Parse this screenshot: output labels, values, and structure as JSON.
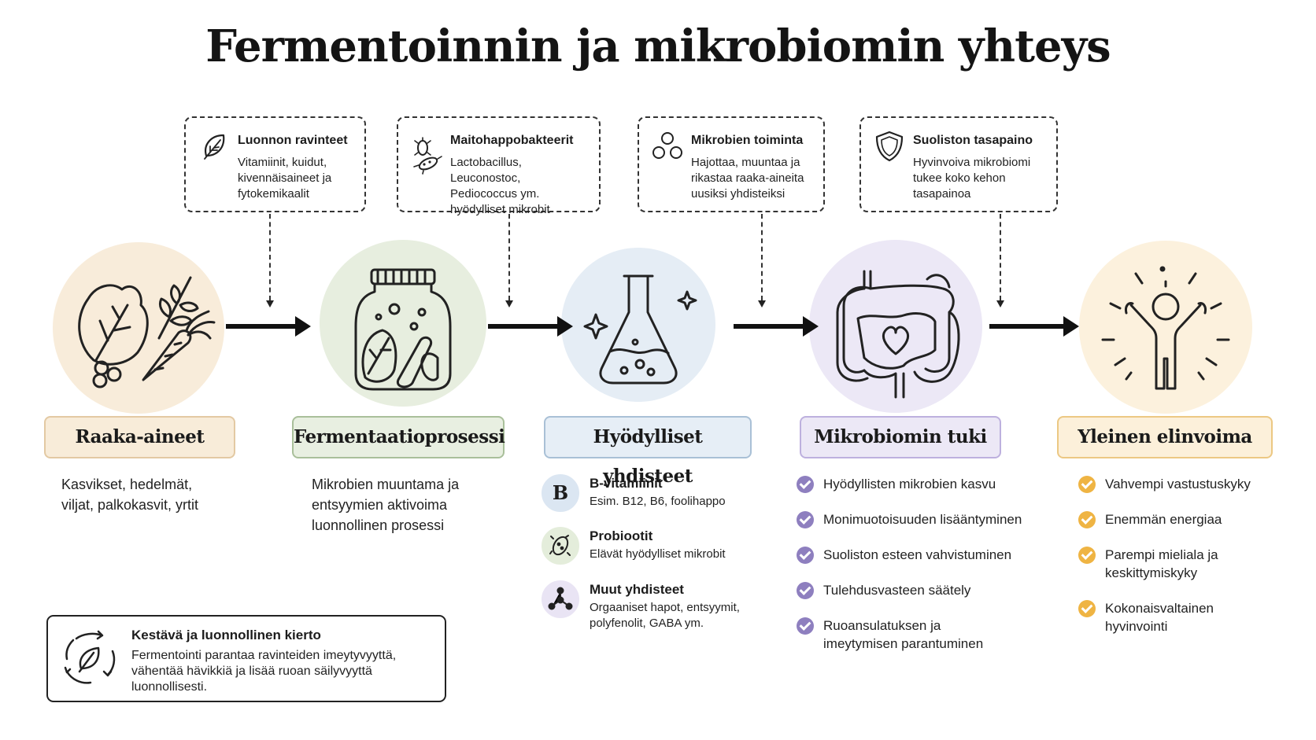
{
  "title": "Fermentoinnin ja mikrobiomin yhteys",
  "top_boxes": [
    {
      "title": "Luonnon ravinteet",
      "text": "Vitamiinit, kuidut, kivennäisaineet ja fytokemikaalit",
      "icon": "leaf-icon"
    },
    {
      "title": "Maitohappobakteerit",
      "text": "Lactobacillus, Leuconostoc, Pediococcus ym. hyödylliset mikrobit",
      "icon": "bacteria-icon"
    },
    {
      "title": "Mikrobien toiminta",
      "text": "Hajottaa, muuntaa ja rikastaa raaka-aineita uusiksi yhdisteiksi",
      "icon": "circles-icon"
    },
    {
      "title": "Suoliston tasapaino",
      "text": "Hyvinvoiva mikrobiomi tukee koko kehon tasapainoa",
      "icon": "shield-icon"
    }
  ],
  "stages": [
    {
      "label": "Raaka-aineet",
      "icon": "vegetables-icon",
      "bg": "#f8ecda",
      "label_bg": "#f8ecd9",
      "border": "#e3c9a3"
    },
    {
      "label": "Fermentaatioprosessi",
      "icon": "jar-icon",
      "bg": "#e7eedf",
      "label_bg": "#e8efe1",
      "border": "#a9bf9a"
    },
    {
      "label": "Hyödylliset yhdisteet",
      "icon": "flask-icon",
      "bg": "#e5edf5",
      "label_bg": "#e6eef6",
      "border": "#a9c0d6"
    },
    {
      "label": "Mikrobiomin tuki",
      "icon": "intestine-icon",
      "bg": "#ece8f6",
      "label_bg": "#ece8f6",
      "border": "#bdb0de"
    },
    {
      "label": "Yleinen elinvoima",
      "icon": "person-icon",
      "bg": "#fcf1dd",
      "label_bg": "#fcf0da",
      "border": "#ecc883"
    }
  ],
  "raw_desc": "Kasvikset, hedelmät, viljat, palkokasvit, yrtit",
  "process_desc": "Mikrobien muuntama ja entsyymien aktivoima luonnollinen prosessi",
  "compounds": [
    {
      "title": "B-vitamiinit",
      "text": "Esim. B12, B6, foolihappo",
      "glyph": "B",
      "icon": "b-vitamin-icon",
      "color": "#dbe6f2"
    },
    {
      "title": "Probiootit",
      "text": "Elävät hyödylliset mikrobit",
      "icon": "probiotic-icon",
      "color": "#e4eddb"
    },
    {
      "title": "Muut yhdisteet",
      "text": "Orgaaniset hapot, entsyymit, polyfenolit, GABA ym.",
      "icon": "molecule-icon",
      "color": "#e9e4f4"
    }
  ],
  "microbiome_items": [
    "Hyödyllisten mikrobien kasvu",
    "Monimuotoisuuden lisääntyminen",
    "Suoliston esteen vahvistuminen",
    "Tulehdusvasteen säätely",
    "Ruoansulatuksen ja imeytymisen parantuminen"
  ],
  "vitality_items": [
    "Vahvempi vastustuskyky",
    "Enemmän energiaa",
    "Parempi mieliala ja keskittymiskyky",
    "Kokonaisvaltainen hyvinvointi"
  ],
  "check_colors": {
    "microbiome": "#8e7fbf",
    "vitality": "#efb443"
  },
  "cycle": {
    "title": "Kestävä ja luonnollinen kierto",
    "text": "Fermentointi parantaa ravinteiden imeytyvyyttä, vähentää hävikkiä ja lisää ruoan säilyvyyttä luonnollisesti.",
    "icon": "cycle-leaf-icon"
  }
}
